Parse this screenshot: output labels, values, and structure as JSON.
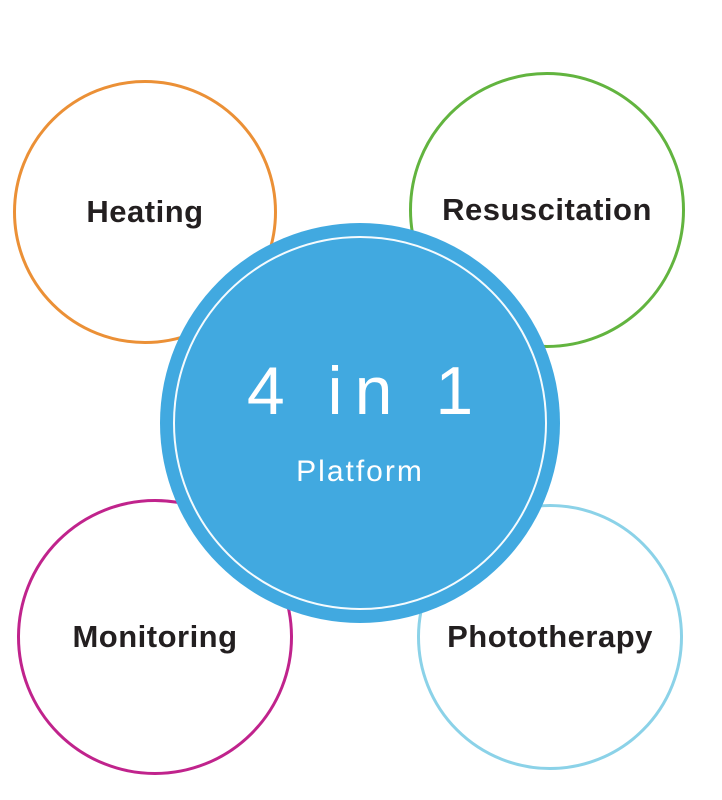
{
  "diagram": {
    "center": {
      "title": "4 in 1",
      "subtitle": "Platform",
      "fill_color": "#41a9e0",
      "text_color": "#ffffff"
    },
    "nodes": [
      {
        "id": "heating",
        "label": "Heating",
        "color": "#eb9036"
      },
      {
        "id": "resuscitation",
        "label": "Resuscitation",
        "color": "#62b43f"
      },
      {
        "id": "monitoring",
        "label": "Monitoring",
        "color": "#c0238c"
      },
      {
        "id": "phototherapy",
        "label": "Phototherapy",
        "color": "#8bd2e8"
      }
    ],
    "label_text_color": "#231f20",
    "background_color": "#ffffff"
  }
}
